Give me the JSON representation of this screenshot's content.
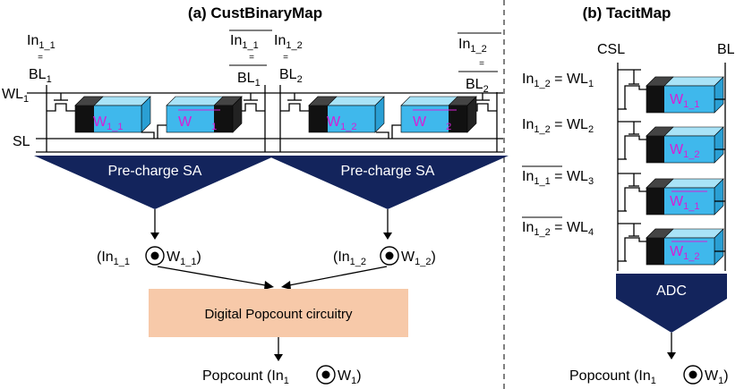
{
  "panels": {
    "left_title": "(a) CustBinaryMap",
    "right_title": "(b) TacitMap"
  },
  "left": {
    "rows": {
      "wl": "WL",
      "wl_sub": "1",
      "sl": "SL"
    },
    "equals": "=",
    "col1": {
      "in": "In",
      "in_sub": "1_1",
      "bl": "BL",
      "bl_sub": "1"
    },
    "col2": {
      "in": "In",
      "in_sub": "1_1",
      "bl": "BL",
      "bl_sub": "1"
    },
    "col3": {
      "in": "In",
      "in_sub": "1_2",
      "bl": "BL",
      "bl_sub": "2"
    },
    "col4": {
      "in": "In",
      "in_sub": "1_2",
      "bl": "BL",
      "bl_sub": "2"
    },
    "cells": [
      {
        "w": "W",
        "sub": "1_1"
      },
      {
        "w": "W",
        "sub": "1"
      },
      {
        "w": "W",
        "sub": "1_2"
      },
      {
        "w": "W",
        "sub": "2"
      }
    ],
    "sa_label": "Pre-charge SA",
    "out1": {
      "open": "(In",
      "sub_a": "1_1",
      "mid": "W",
      "sub_b": "1_1",
      "close": ")"
    },
    "out2": {
      "open": "(In",
      "sub_a": "1_2",
      "mid": "W",
      "sub_b": "1_2",
      "close": ")"
    },
    "popcount_box": "Digital Popcount circuitry",
    "result": {
      "text": "Popcount (In",
      "sub_a": "1",
      "mid": "W",
      "sub_b": "1",
      "close": ")"
    }
  },
  "right": {
    "csl": "CSL",
    "bl": "BL",
    "rows": [
      {
        "in": "In",
        "sub": "1_2",
        "eq": " = WL",
        "wl_sub": "1",
        "w": "W",
        "w_sub": "1_1"
      },
      {
        "in": "In",
        "sub": "1_2",
        "eq": " = WL",
        "wl_sub": "2",
        "w": "W",
        "w_sub": "1_2"
      },
      {
        "in": "In",
        "sub": "1_1",
        "eq": " = WL",
        "wl_sub": "3",
        "w": "W",
        "w_sub": "1_1"
      },
      {
        "in": "In",
        "sub": "1_2",
        "eq": " = WL",
        "wl_sub": "4",
        "w": "W",
        "w_sub": "1_2"
      }
    ],
    "adc": "ADC",
    "result": {
      "text": "Popcount (In",
      "sub_a": "1",
      "mid": "W",
      "sub_b": "1",
      "close": ")"
    }
  },
  "colors": {
    "sa_fill": "#13245c",
    "cell_cyan": "#3fb8ec",
    "cell_cyan_top": "#a9e3f7",
    "cell_black": "#111111",
    "cell_text": "#d61fd6",
    "popcount_box": "#f7c9a9"
  }
}
